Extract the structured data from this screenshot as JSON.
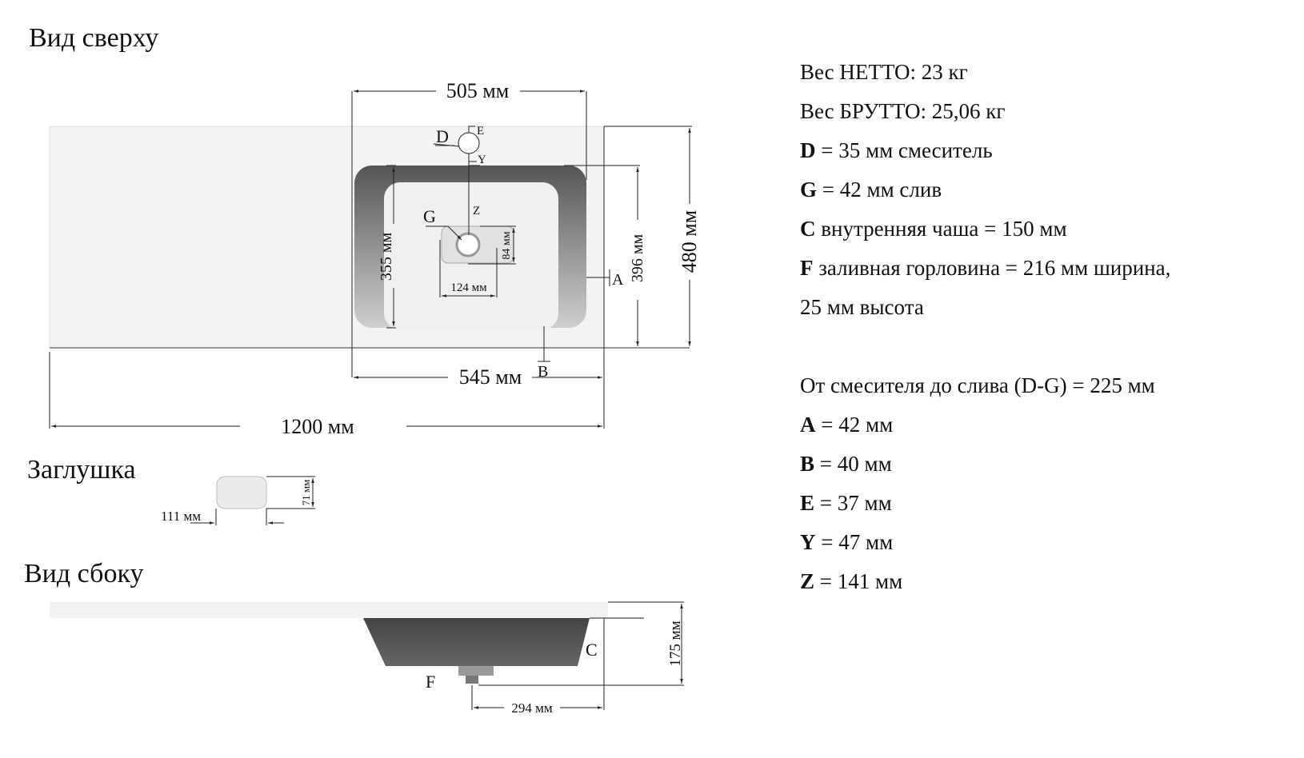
{
  "top_view": {
    "title": "Вид сверху",
    "dim_505": "505 мм",
    "dim_545": "545 мм",
    "dim_1200": "1200 мм",
    "dim_480": "480 мм",
    "dim_396": "396 мм",
    "dim_355": "355 мм",
    "dim_124": "124 мм",
    "dim_84": "84 мм",
    "label_d": "D",
    "label_e": "E",
    "label_y": "Y",
    "label_z": "Z",
    "label_g": "G",
    "label_a": "A",
    "label_b": "B"
  },
  "plug": {
    "title": "Заглушка",
    "dim_111": "111 мм",
    "dim_71": "71 мм"
  },
  "side_view": {
    "title": "Вид сбоку",
    "dim_175": "175 мм",
    "dim_294": "294 мм",
    "label_c": "C",
    "label_f": "F"
  },
  "specs": {
    "net_weight": "Вес НЕТТО: 23 кг",
    "gross_weight": "Вес БРУТТО: 25,06 кг",
    "items1": [
      {
        "key": "D",
        "text": " = 35 мм смеситель"
      },
      {
        "key": "G",
        "text": " = 42 мм слив"
      },
      {
        "key": "C",
        "text": " внутренняя чаша = 150 мм"
      },
      {
        "key": "F",
        "text": " заливная горловина = 216 мм ширина,"
      }
    ],
    "f_cont": "25 мм высота",
    "d_g": "От смесителя до слива (D-G) = 225 мм",
    "items2": [
      {
        "key": "A",
        "text": " = 42 мм"
      },
      {
        "key": "B",
        "text": " = 40 мм"
      },
      {
        "key": "E",
        "text": " = 37 мм"
      },
      {
        "key": "Y",
        "text": " = 47 мм"
      },
      {
        "key": "Z",
        "text": " = 141 мм"
      }
    ]
  }
}
